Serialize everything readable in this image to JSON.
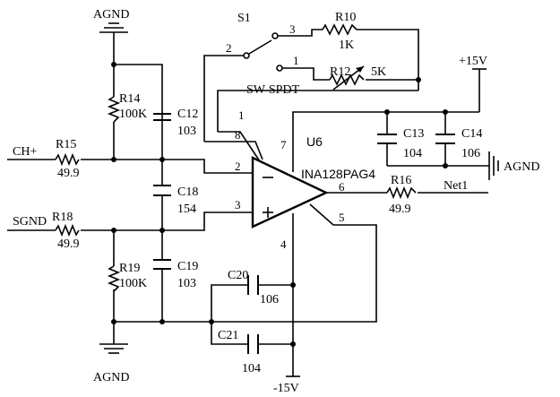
{
  "nets": {
    "agnd_top": "AGND",
    "agnd_bottom": "AGND",
    "agnd_right": "AGND",
    "plus15": "+15V",
    "minus15": "-15V",
    "ch_plus": "CH+",
    "sgnd": "SGND",
    "net1": "Net1"
  },
  "switch": {
    "ref": "S1",
    "part": "SW-SPDT",
    "pin1": "1",
    "pin2": "2",
    "pin3": "3"
  },
  "amp": {
    "ref": "U6",
    "part": "INA128PAG4",
    "pin1": "1",
    "pin2": "2",
    "pin3": "3",
    "pin4": "4",
    "pin5": "5",
    "pin6": "6",
    "pin7": "7",
    "pin8": "8",
    "minus_sign": "−",
    "plus_sign": "+"
  },
  "resistors": {
    "r10": {
      "ref": "R10",
      "value": "1K"
    },
    "r12": {
      "ref": "R12",
      "value": "5K"
    },
    "r14": {
      "ref": "R14",
      "value": "100K"
    },
    "r15": {
      "ref": "R15",
      "value": "49.9"
    },
    "r16": {
      "ref": "R16",
      "value": "49.9"
    },
    "r18": {
      "ref": "R18",
      "value": "49.9"
    },
    "r19": {
      "ref": "R19",
      "value": "100K"
    }
  },
  "capacitors": {
    "c12": {
      "ref": "C12",
      "value": "103"
    },
    "c13": {
      "ref": "C13",
      "value": "104"
    },
    "c14": {
      "ref": "C14",
      "value": "106"
    },
    "c18": {
      "ref": "C18",
      "value": "154"
    },
    "c19": {
      "ref": "C19",
      "value": "103"
    },
    "c20": {
      "ref": "C20",
      "value": "106"
    },
    "c21": {
      "ref": "C21",
      "value": "104"
    }
  }
}
